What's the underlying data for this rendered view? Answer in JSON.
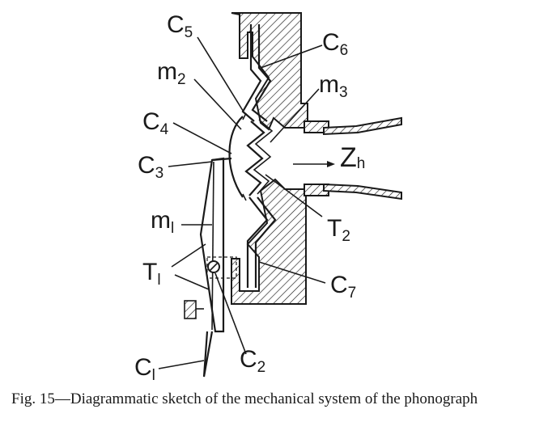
{
  "labels": {
    "c5": {
      "main": "C",
      "sub": "5"
    },
    "c6": {
      "main": "C",
      "sub": "6"
    },
    "m2": {
      "main": "m",
      "sub": "2"
    },
    "m3": {
      "main": "m",
      "sub": "3"
    },
    "c4": {
      "main": "C",
      "sub": "4"
    },
    "c3": {
      "main": "C",
      "sub": "3"
    },
    "zh": {
      "main": "Z",
      "sub": "h"
    },
    "m1": {
      "main": "m",
      "sub": "l"
    },
    "t2": {
      "main": "T",
      "sub": "2"
    },
    "t1": {
      "main": "T",
      "sub": "l"
    },
    "c7": {
      "main": "C",
      "sub": "7"
    },
    "c1": {
      "main": "C",
      "sub": "l"
    },
    "c2": {
      "main": "C",
      "sub": "2"
    }
  },
  "caption": "Fig. 15—Diagrammatic sketch of the mechanical system of the phonograph"
}
